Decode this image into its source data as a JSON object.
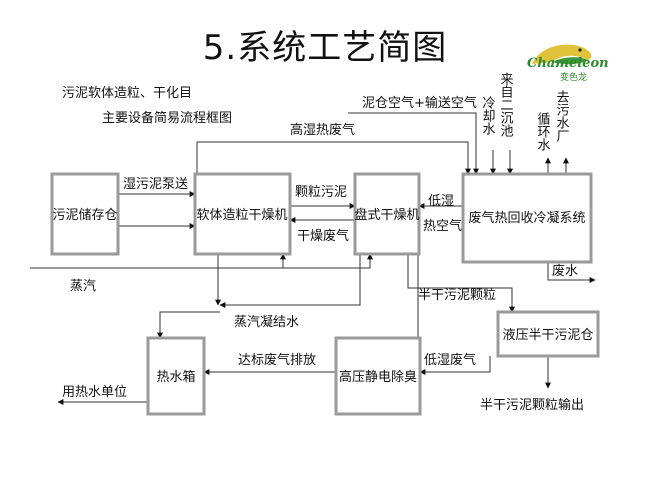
{
  "title": "5.系统工艺简图",
  "subtitle_line1": "污泥软体造粒、干化目",
  "subtitle_line2": "主要设备简易流程框图",
  "logo": {
    "text": "Chameleon",
    "cn": "变色龙",
    "color": "#2f8a2f"
  },
  "boxes": {
    "storage": "污泥储存仓",
    "granulator": "软体造粒干燥机",
    "disc_dryer": "盘式干燥机",
    "condenser": "废气热回收冷凝系统",
    "hydraulic_silo": "液压半干污泥仓",
    "esp": "高压静电除臭",
    "hot_water_tank": "热水箱"
  },
  "labels": {
    "sludge_pump": "湿污泥泵送",
    "granule_sludge": "颗粒污泥",
    "dry_exhaust": "干燥废气",
    "high_humidity_exhaust": "高湿热废气",
    "air_in": "泥仓空气+输送空气",
    "low_humidity_hot_air_1": "低湿",
    "low_humidity_hot_air_2": "热空气",
    "cooling_water": "冷却水",
    "secondary_clarifier": "来自二沉池",
    "recirculation_water": "循环水",
    "to_sewage_plant": "去污水厂",
    "waste_water": "废水",
    "steam": "蒸汽",
    "steam_condensate": "蒸汽凝结水",
    "semi_dry_granules": "半干污泥颗粒",
    "low_humidity_exhaust": "低湿废气",
    "compliant_discharge": "达标废气排放",
    "hot_water_user": "用热水单位",
    "semi_dry_output": "半干污泥颗粒输出"
  }
}
